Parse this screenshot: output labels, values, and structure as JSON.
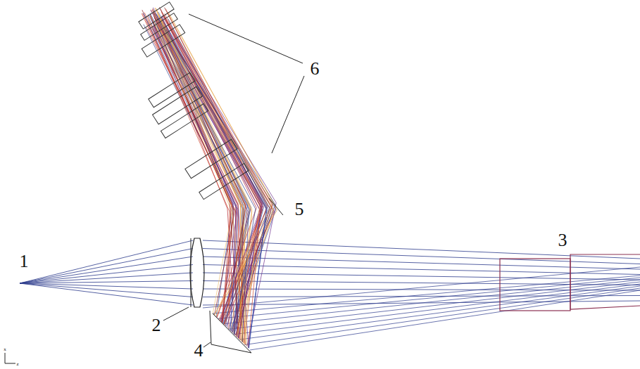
{
  "diagram": {
    "labels": [
      "1",
      "2",
      "3",
      "4",
      "5",
      "6",
      "x",
      "z"
    ]
  }
}
